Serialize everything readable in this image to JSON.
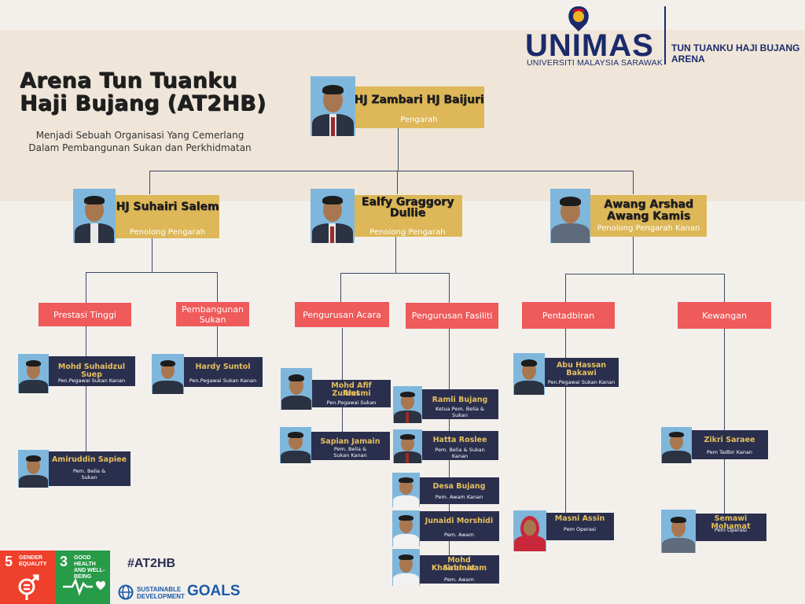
{
  "header": {
    "title_line1": "Arena Tun Tuanku",
    "title_line2": "Haji Bujang (AT2HB)",
    "tagline_line1": "Menjadi Sebuah Organisasi Yang Cemerlang",
    "tagline_line2": "Dalam Pembangunan Sukan dan Perkhidmatan"
  },
  "logo": {
    "wordmark": "UNIMAS",
    "university": "UNIVERSITI MALAYSIA SARAWAK",
    "arena_line1": "TUN TUANKU HAJI BUJANG",
    "arena_line2": "ARENA"
  },
  "director": {
    "name": "HJ Zambari HJ Baijuri",
    "role": "Pengarah"
  },
  "assistants": [
    {
      "name": "HJ Suhairi Salem",
      "role": "Penolong Pengarah"
    },
    {
      "name_line1": "Ealfy Graggory",
      "name_line2": "Dullie",
      "role": "Penolong Pengarah"
    },
    {
      "name_line1": "Awang Arshad",
      "name_line2": "Awang Kamis",
      "role": "Penolong Pengarah Kanan"
    }
  ],
  "units": {
    "prestasi": "Prestasi Tinggi",
    "pembangunan_l1": "Pembangunan",
    "pembangunan_l2": "Sukan",
    "acara": "Pengurusan Acara",
    "fasiliti": "Pengurusan Fasiliti",
    "pentadbiran": "Pentadbiran",
    "kewangan": "Kewangan"
  },
  "staff": {
    "suhaidzul": {
      "name": "Mohd Suhaidzul Suep",
      "role": "Pen.Pegawai  Sukan Kanan"
    },
    "amiruddin": {
      "name": "Amiruddin Sapiee",
      "role_l1": "Pem. Belia &",
      "role_l2": "Sukan"
    },
    "hardy": {
      "name": "Hardy Suntol",
      "role": "Pen.Pegawai Sukan Kanan"
    },
    "afif": {
      "name_l1": "Mohd Afif Zulhusmi",
      "name_l2": "Alet",
      "role": "Pen.Pegawai Sukan"
    },
    "sapian": {
      "name": "Sapian Jamain",
      "role_l1": "Pem. Belia &",
      "role_l2": "Sukan Kanan"
    },
    "ramli": {
      "name": "Ramli Bujang",
      "role_l1": "Ketua Pem. Belia &",
      "role_l2": "Sukan"
    },
    "hatta": {
      "name": "Hatta Roslee",
      "role_l1": "Pem. Belia & Sukan",
      "role_l2": "Kanan"
    },
    "desa": {
      "name": "Desa Bujang",
      "role": "Pem. Awam Kanan"
    },
    "junaidi": {
      "name": "Junaidi Morshidi",
      "role": "Pem. Awam"
    },
    "khairulnizam": {
      "name_l1": "Mohd Khairulnizam",
      "name_l2": "Sahmat",
      "role": "Pem. Awam"
    },
    "abuhassan": {
      "name_l1": "Abu Hassan",
      "name_l2": "Bakawi",
      "role": "Pen.Pegawai Sukan Kanan"
    },
    "masni": {
      "name": "Masni Assin",
      "role": "Pem Operasi"
    },
    "zikri": {
      "name": "Zikri Saraee",
      "role": "Pem Tadbir Kanan"
    },
    "semawi": {
      "name": "Semawi Mohamat",
      "role": "Pem Operasi"
    }
  },
  "footer": {
    "sdg5_num": "5",
    "sdg5_text": "GENDER EQUALITY",
    "sdg3_num": "3",
    "sdg3_text": "GOOD HEALTH AND WELL-BEING",
    "hashtag": "#AT2HB",
    "sdg_small_l1": "SUSTAINABLE",
    "sdg_small_l2": "DEVELOPMENT",
    "sdg_big": "GOALS"
  },
  "colors": {
    "gold": "#ddb758",
    "red": "#ef5a5a",
    "navy": "#2b2f4e",
    "brand_blue": "#1b2a6b",
    "sdg5": "#ef402b",
    "sdg3": "#279b48"
  }
}
